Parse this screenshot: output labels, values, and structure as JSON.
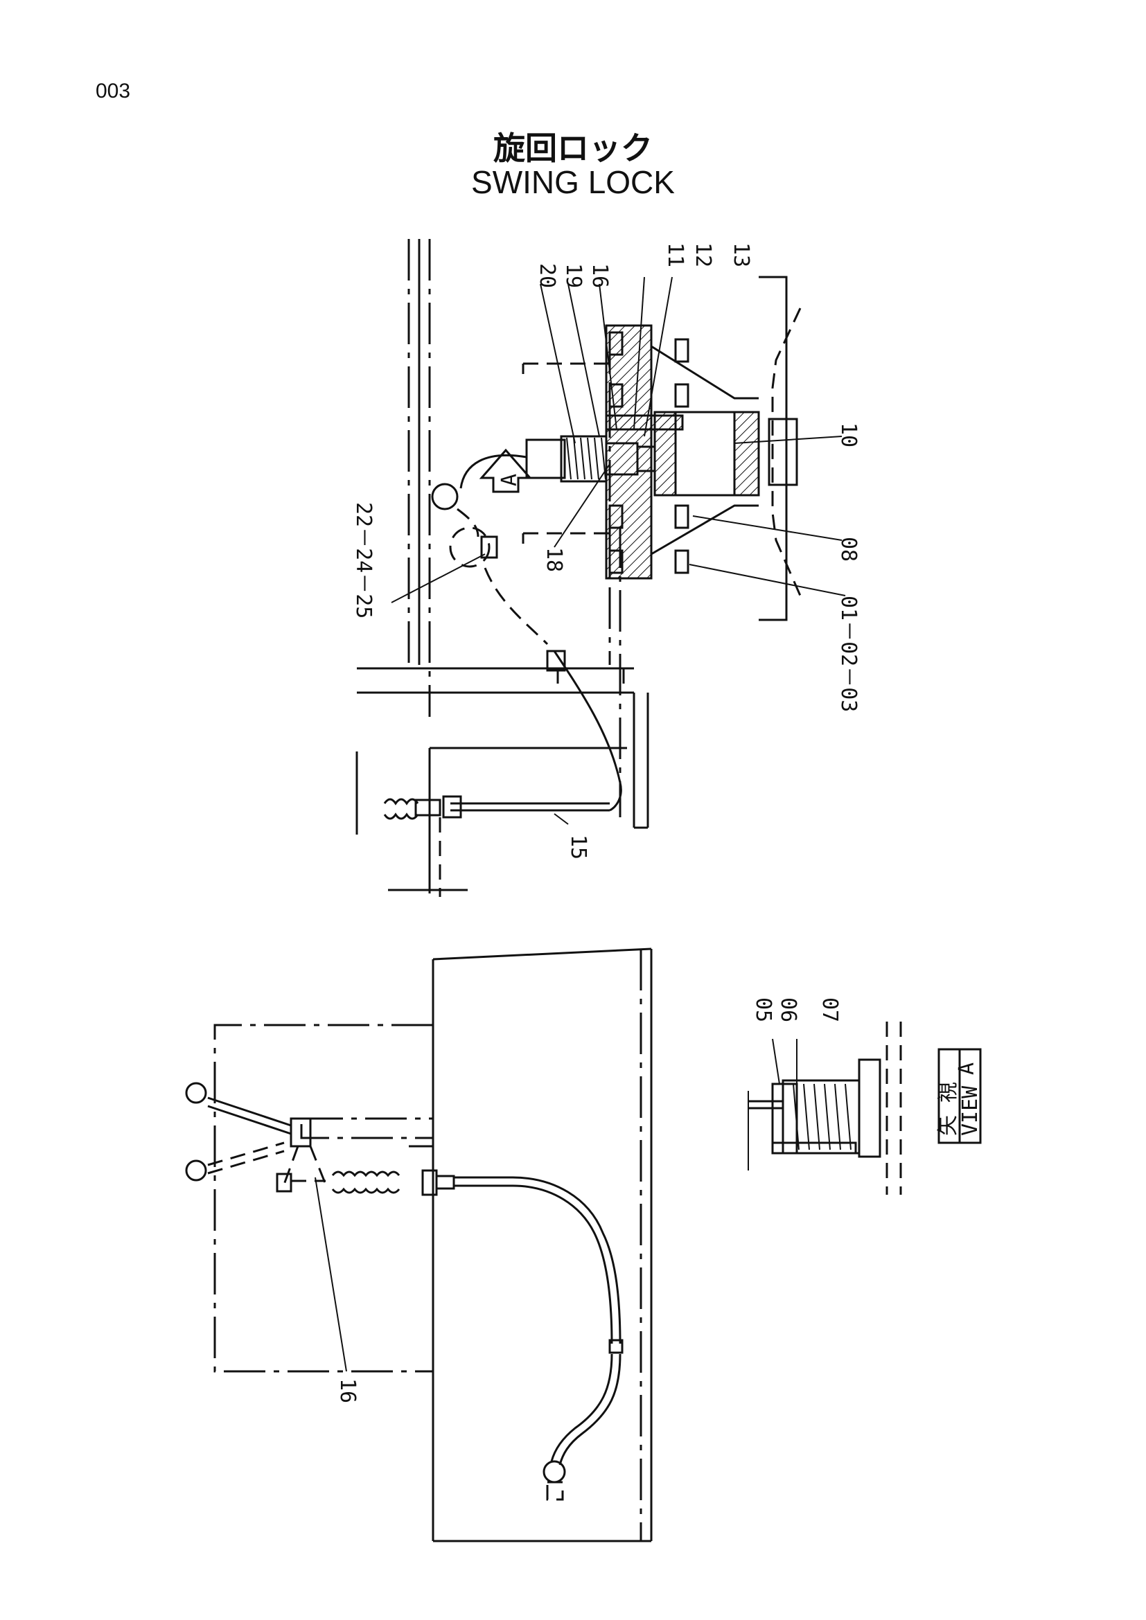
{
  "page": {
    "number": "003"
  },
  "title": {
    "japanese": "旋回ロック",
    "english": "SWING LOCK"
  },
  "callouts": {
    "c20": "20",
    "c19": "19",
    "c16a": "16",
    "c11": "11",
    "c12": "12",
    "c13": "13",
    "c10": "10",
    "c08": "08",
    "c010203": "01－02－03",
    "c18": "18",
    "c222425": "22－24－25",
    "c15": "15",
    "c16b": "16",
    "c05": "05",
    "c06": "06",
    "c07": "07"
  },
  "view_marker": {
    "letter": "A",
    "label_jp": "矢 視",
    "label_en": "VIEW"
  },
  "arrow_marker": {
    "letter": "A"
  }
}
